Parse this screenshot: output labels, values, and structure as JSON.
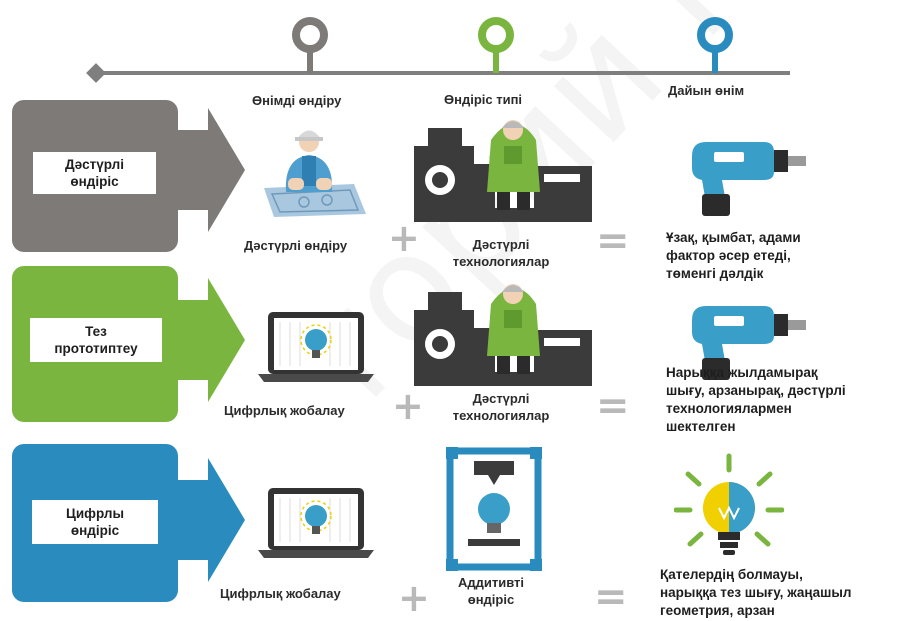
{
  "colors": {
    "gray": "#7d7a78",
    "green": "#7ab63f",
    "blue": "#2a8bbf",
    "line": "#7f7f7f",
    "operator": "#bdbdbd",
    "drill_blue": "#3a9fc8",
    "bulb_yellow": "#f0d000"
  },
  "timeline": {
    "headers": [
      "Өнімді өндіру",
      "Өндіріс типі",
      "Дайын өнім"
    ],
    "pin_colors": [
      "gray",
      "green",
      "blue"
    ]
  },
  "rows": [
    {
      "category": "Дәстүрлі өндіріс",
      "category_lines": [
        "Дәстүрлі",
        "өндіріс"
      ],
      "color": "gray",
      "design_label": "Дәстүрлі өндіру",
      "design_icon": "worker-blueprint-icon",
      "tech_label_lines": [
        "Дәстүрлі",
        "технологиялар"
      ],
      "tech_icon": "factory-machine-icon",
      "result_icon": "power-drill-icon",
      "result_lines": [
        "Ұзақ, қымбат, адами",
        "фактор әсер етеді,",
        "төменгі дәлдік"
      ]
    },
    {
      "category": "Тез прототиптеу",
      "category_lines": [
        "Тез",
        "прототиптеу"
      ],
      "color": "green",
      "design_label": "Цифрлық жобалау",
      "design_icon": "laptop-bulb-icon",
      "tech_label_lines": [
        "Дәстүрлі",
        "технологиялар"
      ],
      "tech_icon": "factory-machine-icon",
      "result_icon": "power-drill-icon",
      "result_lines": [
        "Нарыққа жылдамырақ",
        "шығу, арзанырақ, дәстүрлі",
        "технологиялармен",
        "шектелген"
      ]
    },
    {
      "category": "Цифрлы өндіріс",
      "category_lines": [
        "Цифрлы",
        "өндіріс"
      ],
      "color": "blue",
      "design_label": "Цифрлық жобалау",
      "design_icon": "laptop-bulb-icon",
      "tech_label_lines": [
        "Аддитивті",
        "өндіріс"
      ],
      "tech_icon": "3d-printer-icon",
      "result_icon": "glowing-bulb-icon",
      "result_lines": [
        "Қателердің болмауы,",
        "нарыққа тез шығу, жаңашыл",
        "геометрия, арзан"
      ]
    }
  ],
  "operators": {
    "plus": "+",
    "equals": "="
  },
  "watermark": "торий Кар"
}
